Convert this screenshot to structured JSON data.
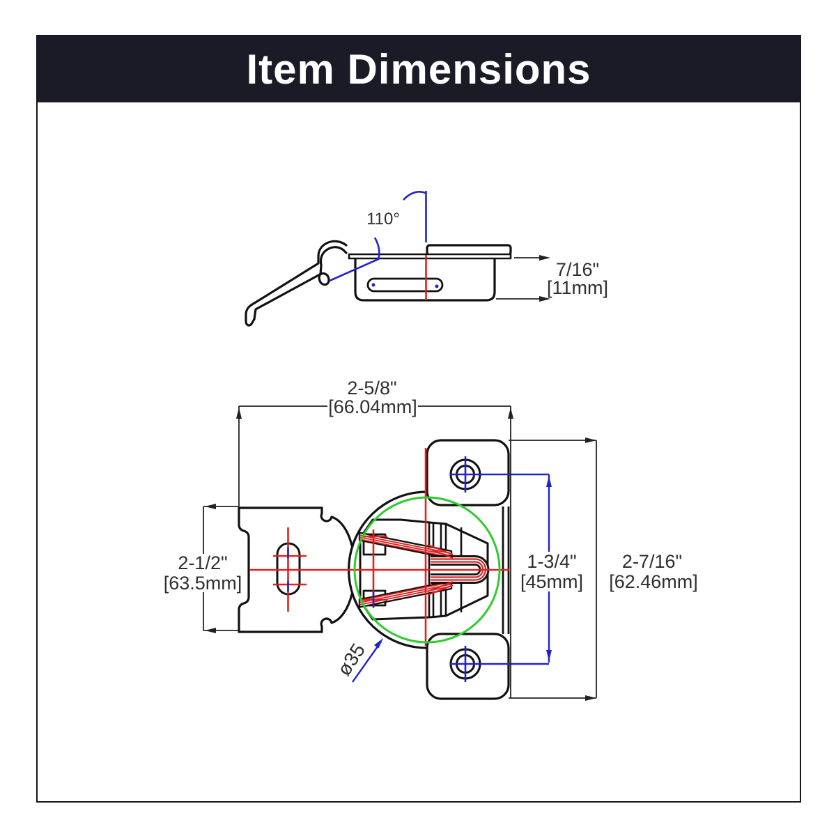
{
  "header": {
    "title": "Item Dimensions"
  },
  "colors": {
    "outline": "#111111",
    "dimension": "#222222",
    "text": "#2e2e2e",
    "red": "#e02020",
    "blue": "#2222cc",
    "green": "#2ecc2e",
    "header_bg": "#1b1b28",
    "header_text": "#ffffff",
    "canvas": "#ffffff"
  },
  "side_view": {
    "angle": "110°",
    "depth_in": "7/16\"",
    "depth_mm": "[11mm]"
  },
  "top_view": {
    "width_in": "2-5/8\"",
    "width_mm": "[66.04mm]",
    "plate_in": "2-1/2\"",
    "plate_mm": "[63.5mm]",
    "screw_span_in": "1-3/4\"",
    "screw_span_mm": "[45mm]",
    "overall_in": "2-7/16\"",
    "overall_mm": "[62.46mm]",
    "cup_diameter": "ø35"
  }
}
